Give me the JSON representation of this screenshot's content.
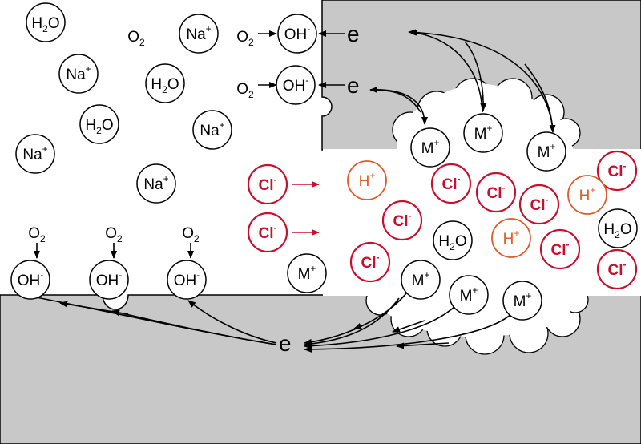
{
  "labels": {
    "h2o": "H2O",
    "o2": "O2",
    "na": "Na+",
    "oh": "OH-",
    "electron": "e",
    "metal_ion": "M+",
    "chloride": "Cl-",
    "hydrogen": "H+"
  },
  "colors": {
    "metal": "#c8c8c8",
    "chloride": "#c8102e",
    "hydrogen": "#e05a2a",
    "ink": "#000000",
    "solution": "#ffffff"
  }
}
